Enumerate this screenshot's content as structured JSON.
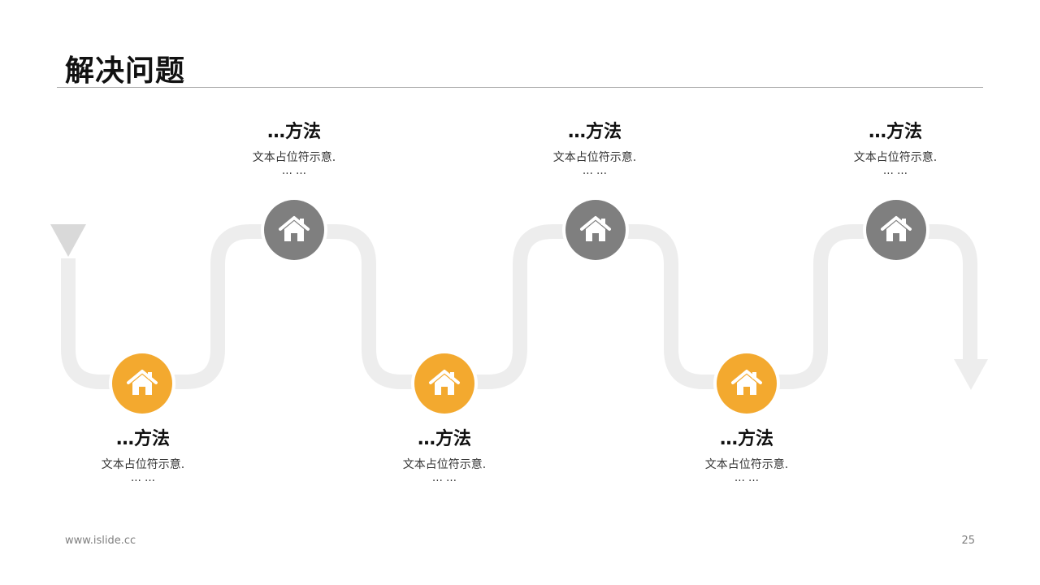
{
  "slide": {
    "title": "解决问题"
  },
  "colors": {
    "path": "#ededed",
    "top_node": "#7f7f7f",
    "bottom_node": "#f3a92f",
    "arrow": "#d9d9d9",
    "icon": "#ffffff"
  },
  "steps": [
    {
      "row": "bottom",
      "title": "…方法",
      "desc": "文本占位符示意.",
      "more": "… …",
      "icon": "house-icon"
    },
    {
      "row": "top",
      "title": "…方法",
      "desc": "文本占位符示意.",
      "more": "… …",
      "icon": "house-icon"
    },
    {
      "row": "bottom",
      "title": "…方法",
      "desc": "文本占位符示意.",
      "more": "… …",
      "icon": "house-icon"
    },
    {
      "row": "top",
      "title": "…方法",
      "desc": "文本占位符示意.",
      "more": "… …",
      "icon": "house-icon"
    },
    {
      "row": "bottom",
      "title": "…方法",
      "desc": "文本占位符示意.",
      "more": "… …",
      "icon": "house-icon"
    },
    {
      "row": "top",
      "title": "…方法",
      "desc": "文本占位符示意.",
      "more": "… …",
      "icon": "house-icon"
    }
  ],
  "footer": {
    "url": "www.islide.cc",
    "page": "25"
  }
}
